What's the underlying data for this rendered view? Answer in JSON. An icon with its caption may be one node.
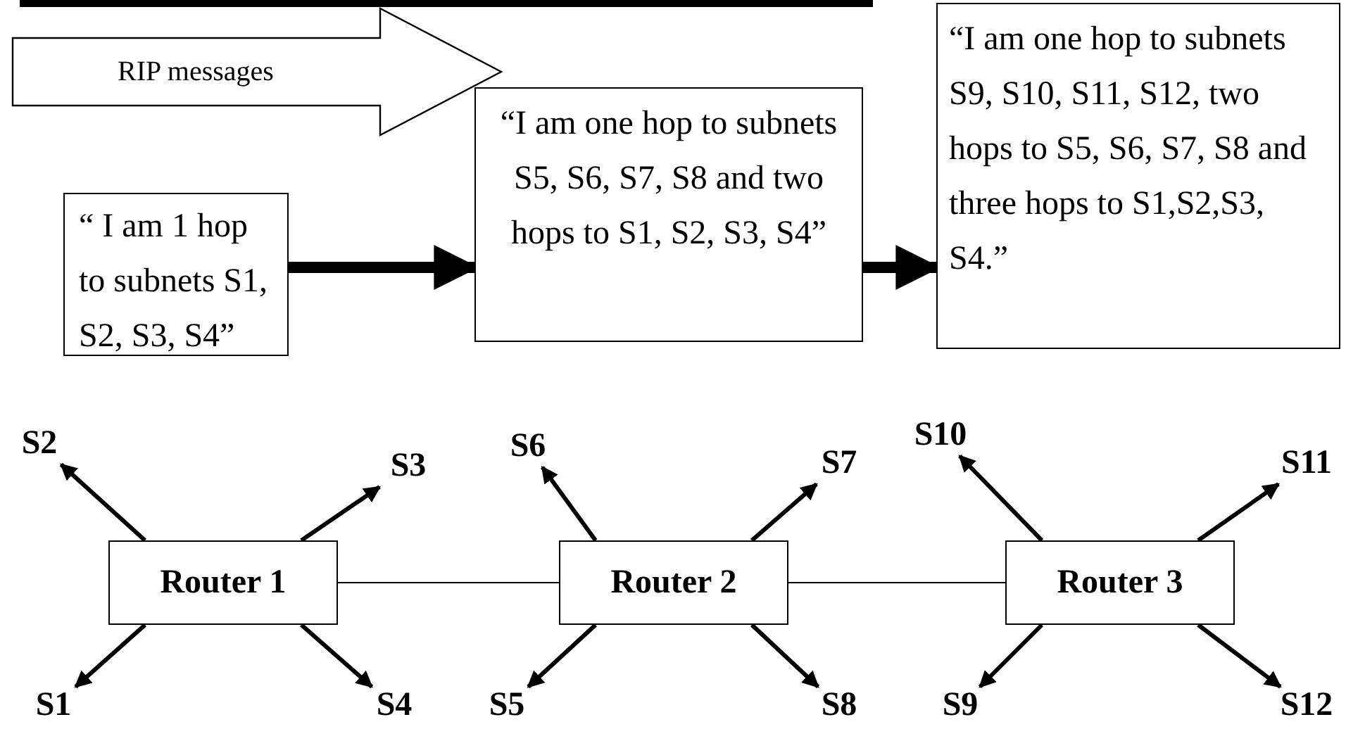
{
  "diagram": {
    "nodes": [
      {
        "text": [
          "RIP messages"
        ]
      },
      {
        "text": [
          "“ I am 1 hop to subnets S1, S2, S3, S4”"
        ]
      },
      {
        "text": [
          "“I am one hop to subnets S5, S6, S7, S8 and two hops to S1, S2, S3, S4”"
        ]
      },
      {
        "text": [
          "“I am one hop to subnets S9, S10, S11, S12, two hops to S5, S6, S7, S8 and three hops to S1,S2,S3, S4.”"
        ]
      },
      {
        "text": [
          "Router 1"
        ]
      },
      {
        "text": [
          "Router 2"
        ]
      },
      {
        "text": [
          "Router 3"
        ]
      },
      {
        "text": [
          "S1"
        ]
      },
      {
        "text": [
          "S2"
        ]
      },
      {
        "text": [
          "S3"
        ]
      },
      {
        "text": [
          "S4"
        ]
      },
      {
        "text": [
          "S5"
        ]
      },
      {
        "text": [
          "S6"
        ]
      },
      {
        "text": [
          "S7"
        ]
      },
      {
        "text": [
          "S8"
        ]
      },
      {
        "text": [
          "S9"
        ]
      },
      {
        "text": [
          "S10"
        ]
      },
      {
        "text": [
          "S11"
        ]
      },
      {
        "text": [
          "S12"
        ]
      }
    ],
    "edges": [
      {
        "from": 1,
        "to": 2,
        "arrow": "to",
        "style": "thick"
      },
      {
        "from": 2,
        "to": 3,
        "arrow": "to",
        "style": "thick"
      },
      {
        "from": 4,
        "to": 5,
        "arrow": "none"
      },
      {
        "from": 5,
        "to": 6,
        "arrow": "none"
      },
      {
        "from": 4,
        "to": 8,
        "arrow": "to"
      },
      {
        "from": 4,
        "to": 9,
        "arrow": "to"
      },
      {
        "from": 4,
        "to": 7,
        "arrow": "to"
      },
      {
        "from": 4,
        "to": 10,
        "arrow": "to"
      },
      {
        "from": 5,
        "to": 12,
        "arrow": "to"
      },
      {
        "from": 5,
        "to": 13,
        "arrow": "to"
      },
      {
        "from": 5,
        "to": 11,
        "arrow": "to"
      },
      {
        "from": 5,
        "to": 14,
        "arrow": "to"
      },
      {
        "from": 6,
        "to": 16,
        "arrow": "to"
      },
      {
        "from": 6,
        "to": 17,
        "arrow": "to"
      },
      {
        "from": 6,
        "to": 15,
        "arrow": "to"
      },
      {
        "from": 6,
        "to": 18,
        "arrow": "to"
      }
    ]
  }
}
